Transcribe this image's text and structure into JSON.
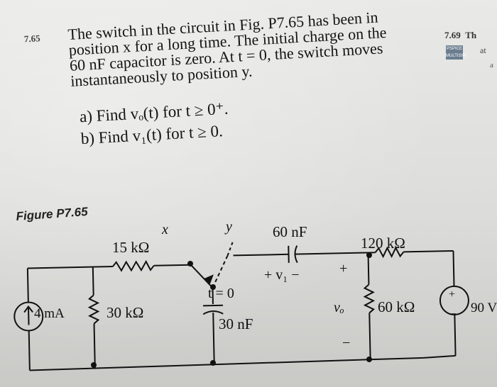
{
  "problem": {
    "number": "7.65",
    "lines": [
      "The switch in the circuit in Fig. P7.65 has been in",
      "position x for a long time. The initial charge on the",
      "60 nF capacitor is zero. At t = 0, the switch moves",
      "instantaneously to position y."
    ],
    "part_a": "a)  Find vₒ(t) for t ≥ 0⁺.",
    "part_b": "b)  Find v₁(t) for t ≥ 0."
  },
  "figure_label": "Figure P7.65",
  "next_problem": {
    "number": "7.69",
    "fragment": "Th",
    "fragment2": "at",
    "fragment3": "a",
    "icon_text": "PSPICE MULTISIM"
  },
  "circuit": {
    "current_source": "4 mA",
    "r15": "15 kΩ",
    "r30": "30 kΩ",
    "switch_x": "x",
    "switch_y": "y",
    "switch_time": "t = 0",
    "c60": "60 nF",
    "c30": "30 nF",
    "v1_label": "+  v₁  −",
    "plus_sign": "+",
    "minus_sign": "−",
    "r120": "120 kΩ",
    "vo_label": "vₒ",
    "r60": "60 kΩ",
    "voltage_source": "90 V"
  },
  "colors": {
    "paper": "#e4e4e2",
    "ink": "#111111"
  }
}
